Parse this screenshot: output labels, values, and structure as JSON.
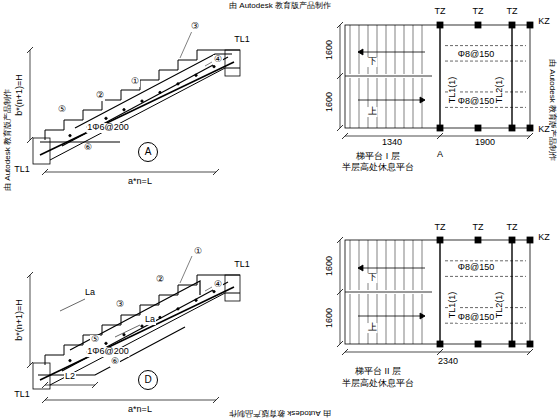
{
  "diagram": {
    "nodes": [
      {
        "text": [
          "A"
        ]
      },
      {
        "text": [
          "D"
        ]
      }
    ],
    "labels": [
      "由 Autodesk 教育版产品制作",
      "由 Autodesk 教育版产品制作",
      "由 Autodesk 教育版产品制作",
      "由 Autodesk 教育版产品制作",
      "b*(n+1)=H",
      "a*n=L",
      "TL1",
      "TL1",
      "1Φ6@200",
      "③",
      "④",
      "①",
      "②",
      "⑤",
      "⑥",
      "b*(n+1)=H",
      "a*n=L",
      "TL1",
      "TL1",
      "La",
      "La",
      "1Φ6@200",
      "L2",
      "①",
      "②",
      "③",
      "④",
      "⑤",
      "⑥",
      "TZ",
      "TZ",
      "TZ",
      "KZ",
      "KZ",
      "1600",
      "1600",
      "下",
      "上",
      "TL1(1)",
      "TL2(1)",
      "Φ8@150",
      "Φ8@150",
      "1340",
      "1900",
      "A",
      "梯平台 I 层",
      "半层高处休息平台",
      "TZ",
      "TZ",
      "TZ",
      "KZ",
      "1600",
      "1600",
      "下",
      "上",
      "TL1(1)",
      "TL2(1)",
      "Φ8@150",
      "Φ8@150",
      "2340",
      "梯平台 II 层",
      "半层高处休息平台"
    ]
  }
}
